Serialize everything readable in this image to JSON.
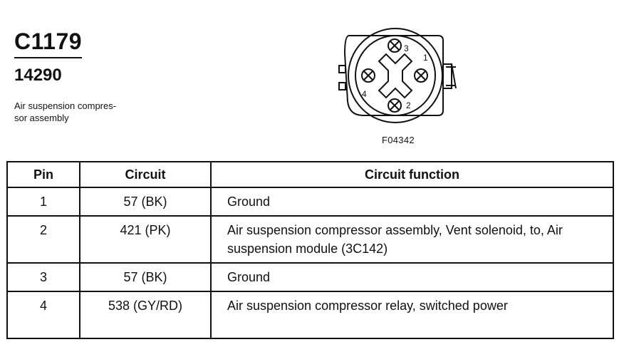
{
  "header": {
    "connector_id": "C1179",
    "part_number": "14290",
    "description": "Air suspension compres-\nsor assembly"
  },
  "figure": {
    "id": "F04342",
    "pin_labels": [
      "1",
      "2",
      "3",
      "4"
    ]
  },
  "table": {
    "headers": [
      "Pin",
      "Circuit",
      "Circuit function"
    ],
    "rows": [
      {
        "pin": "1",
        "circuit": "57 (BK)",
        "function": "Ground"
      },
      {
        "pin": "2",
        "circuit": "421 (PK)",
        "function": "Air suspension compressor assembly, Vent solenoid, to, Air suspension module (3C142)"
      },
      {
        "pin": "3",
        "circuit": "57 (BK)",
        "function": "Ground"
      },
      {
        "pin": "4",
        "circuit": "538 (GY/RD)",
        "function": "Air suspension compressor relay, switched power"
      }
    ]
  }
}
